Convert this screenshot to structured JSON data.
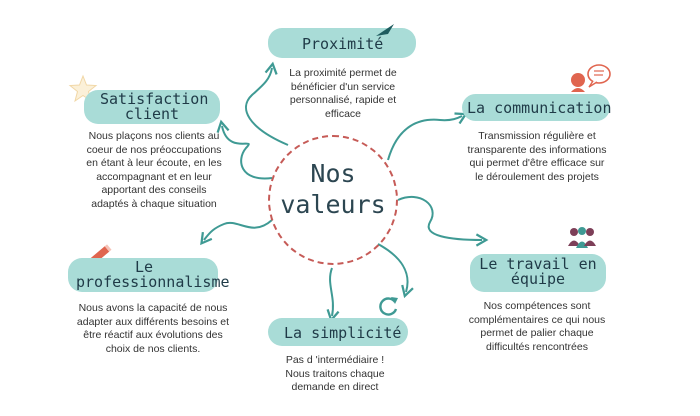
{
  "center": {
    "line1": "Nos",
    "line2": "valeurs"
  },
  "values": {
    "proximite": {
      "title": "Proximité",
      "text": "La proximité permet de\nbénéficier d'un service\npersonnalisé, rapide et\nefficace"
    },
    "satisfaction": {
      "title_line1": "Satisfaction",
      "title_line2": "client",
      "text": "Nous plaçons nos clients au\ncoeur de nos préoccupations\nen étant à leur écoute, en les\naccompagnant et en leur\napportant des conseils\nadaptés à chaque situation"
    },
    "communication": {
      "title": "La communication",
      "text": "Transmission régulière et\ntransparente des informations\nqui permet d'être efficace sur\nle déroulement des projets"
    },
    "professionnalisme": {
      "title_line1": "Le",
      "title_line2": "professionnalisme",
      "text": "Nous avons la capacité de nous\nadapter aux différents besoins et\nêtre réactif aux évolutions des\nchoix de nos clients."
    },
    "travail": {
      "title_line1": "Le travail en",
      "title_line2": "équipe",
      "text": "Nos compétences sont\ncomplémentaires ce qui nous\npermet de palier chaque\ndifficultés rencontrées"
    },
    "simplicite": {
      "title": "La simplicité",
      "text": "Pas d 'intermédiaire !\nNous traitons chaque\ndemande en direct"
    }
  },
  "icons": [
    "star-icon",
    "speech-bubbles-icon",
    "pencil-icon",
    "team-icon",
    "refresh-icon"
  ],
  "colors": {
    "pill": "#a9dcd7",
    "teal": "#3f9a94",
    "accent": "#e0654f",
    "circle": "#c65b57",
    "title": "#1f3a47"
  }
}
